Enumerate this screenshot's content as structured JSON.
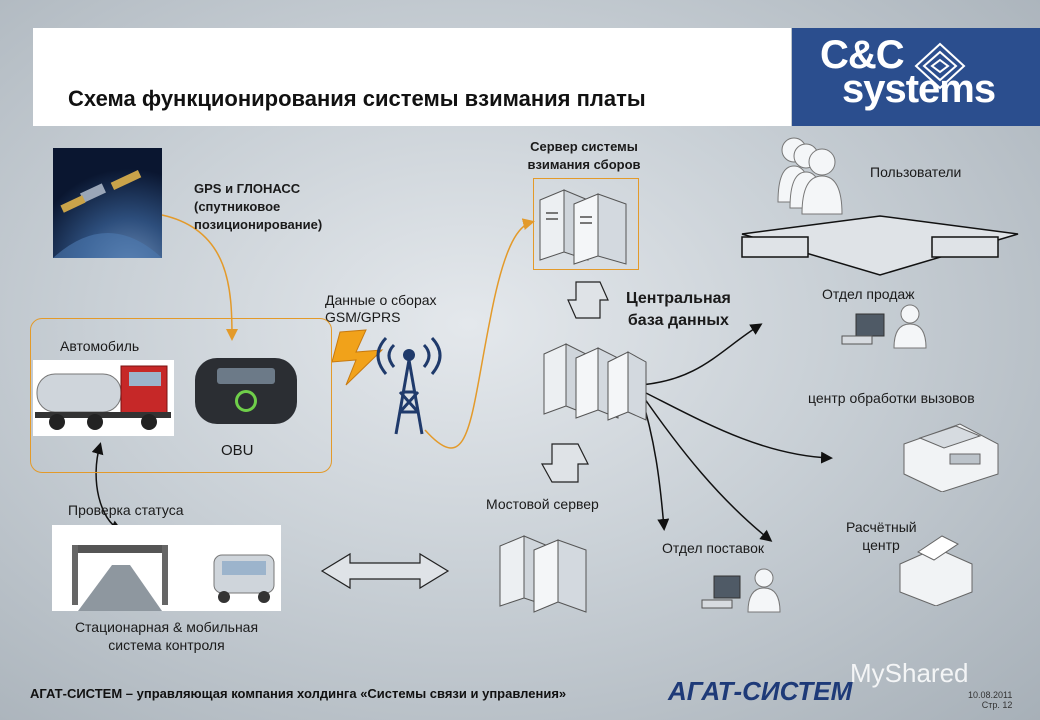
{
  "header": {
    "title": "Схема функционирования системы взимания платы",
    "logo_line1": "C&C",
    "logo_line2": "systems"
  },
  "nodes": {
    "gps": "GPS и ГЛОНАСС\n(спутниковое\nпозиционирование)",
    "server": "Сервер системы\nвзимания сборов",
    "users": "Пользователи",
    "data_label": "Данные о сборах\nGSM/GPRS",
    "central_db": "Центральная\nбаза данных",
    "sales": "Отдел продаж",
    "car": "Автомобиль",
    "obu": "OBU",
    "call_center": "центр обработки вызовов",
    "status_check": "Проверка статуса",
    "bridge_server": "Мостовой сервер",
    "settlement": "Расчётный\nцентр",
    "supply": "Отдел поставок",
    "control": "Стационарная & мобильная\nсистема контроля"
  },
  "footer": {
    "text": "АГАТ-СИСТЕМ – управляющая компания холдинга «Системы связи и управления»",
    "brand": "АГАТ-СИСТЕМ",
    "date": "10.08.2011",
    "page": "Стр. 12",
    "watermark": "MyShared"
  },
  "colors": {
    "accent": "#e39a2a",
    "brand": "#2b4e8e",
    "link": "#111111"
  }
}
